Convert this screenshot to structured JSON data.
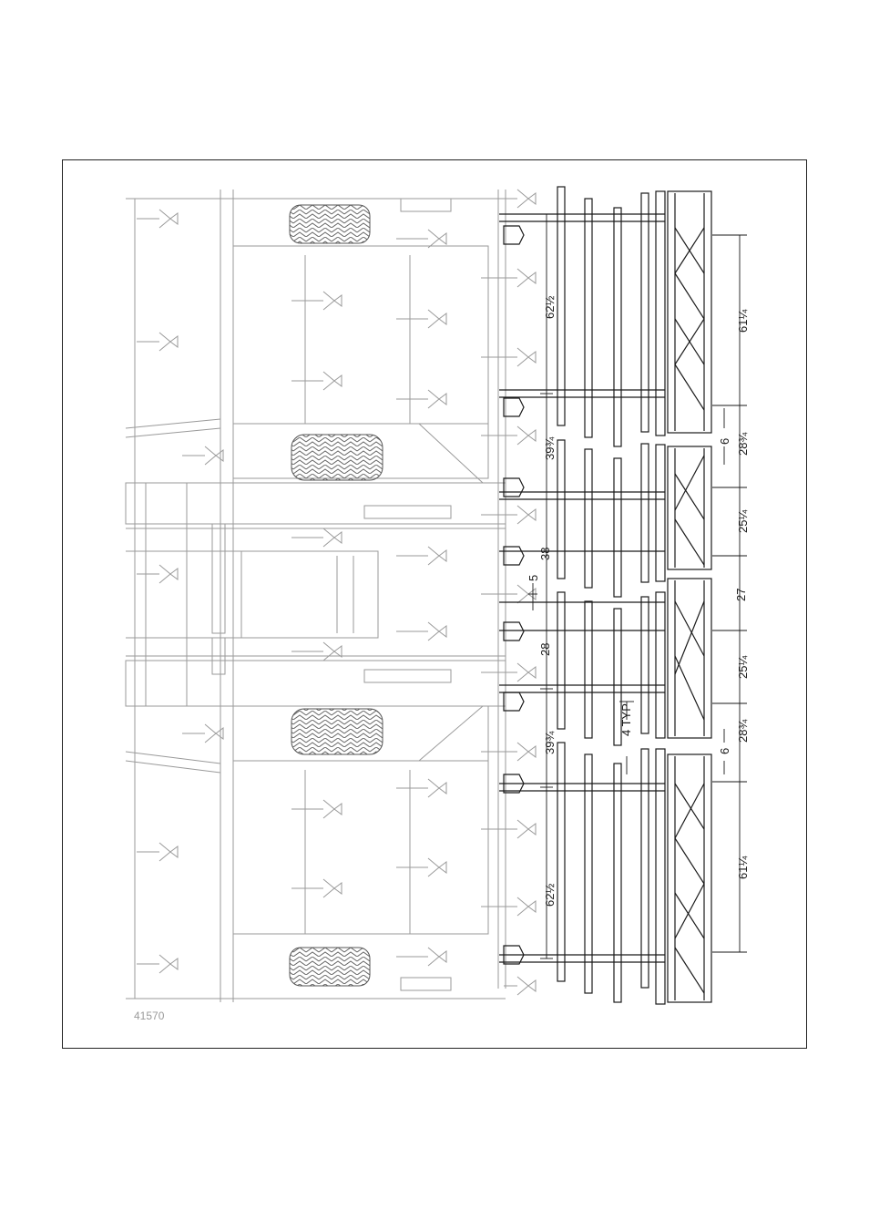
{
  "figure": {
    "id": "41570"
  },
  "dimensions": {
    "upper": {
      "shank_span": "62½",
      "reel_span": "61¼",
      "offset_a": "39¾",
      "small_gap": "6",
      "reel_gap": "28¾"
    },
    "center": {
      "span_38": "38",
      "span_5": "5",
      "span_28": "28",
      "reel_a": "25¼",
      "reel_b": "27",
      "reel_c": "25¼",
      "typ": "4 TYP"
    },
    "lower": {
      "offset_a": "39¾",
      "small_gap": "6",
      "reel_gap": "28¾",
      "shank_span": "62½",
      "reel_span": "61¼"
    }
  },
  "colors": {
    "frame": "#9a9a9a",
    "detail": "#1a1a1a"
  }
}
